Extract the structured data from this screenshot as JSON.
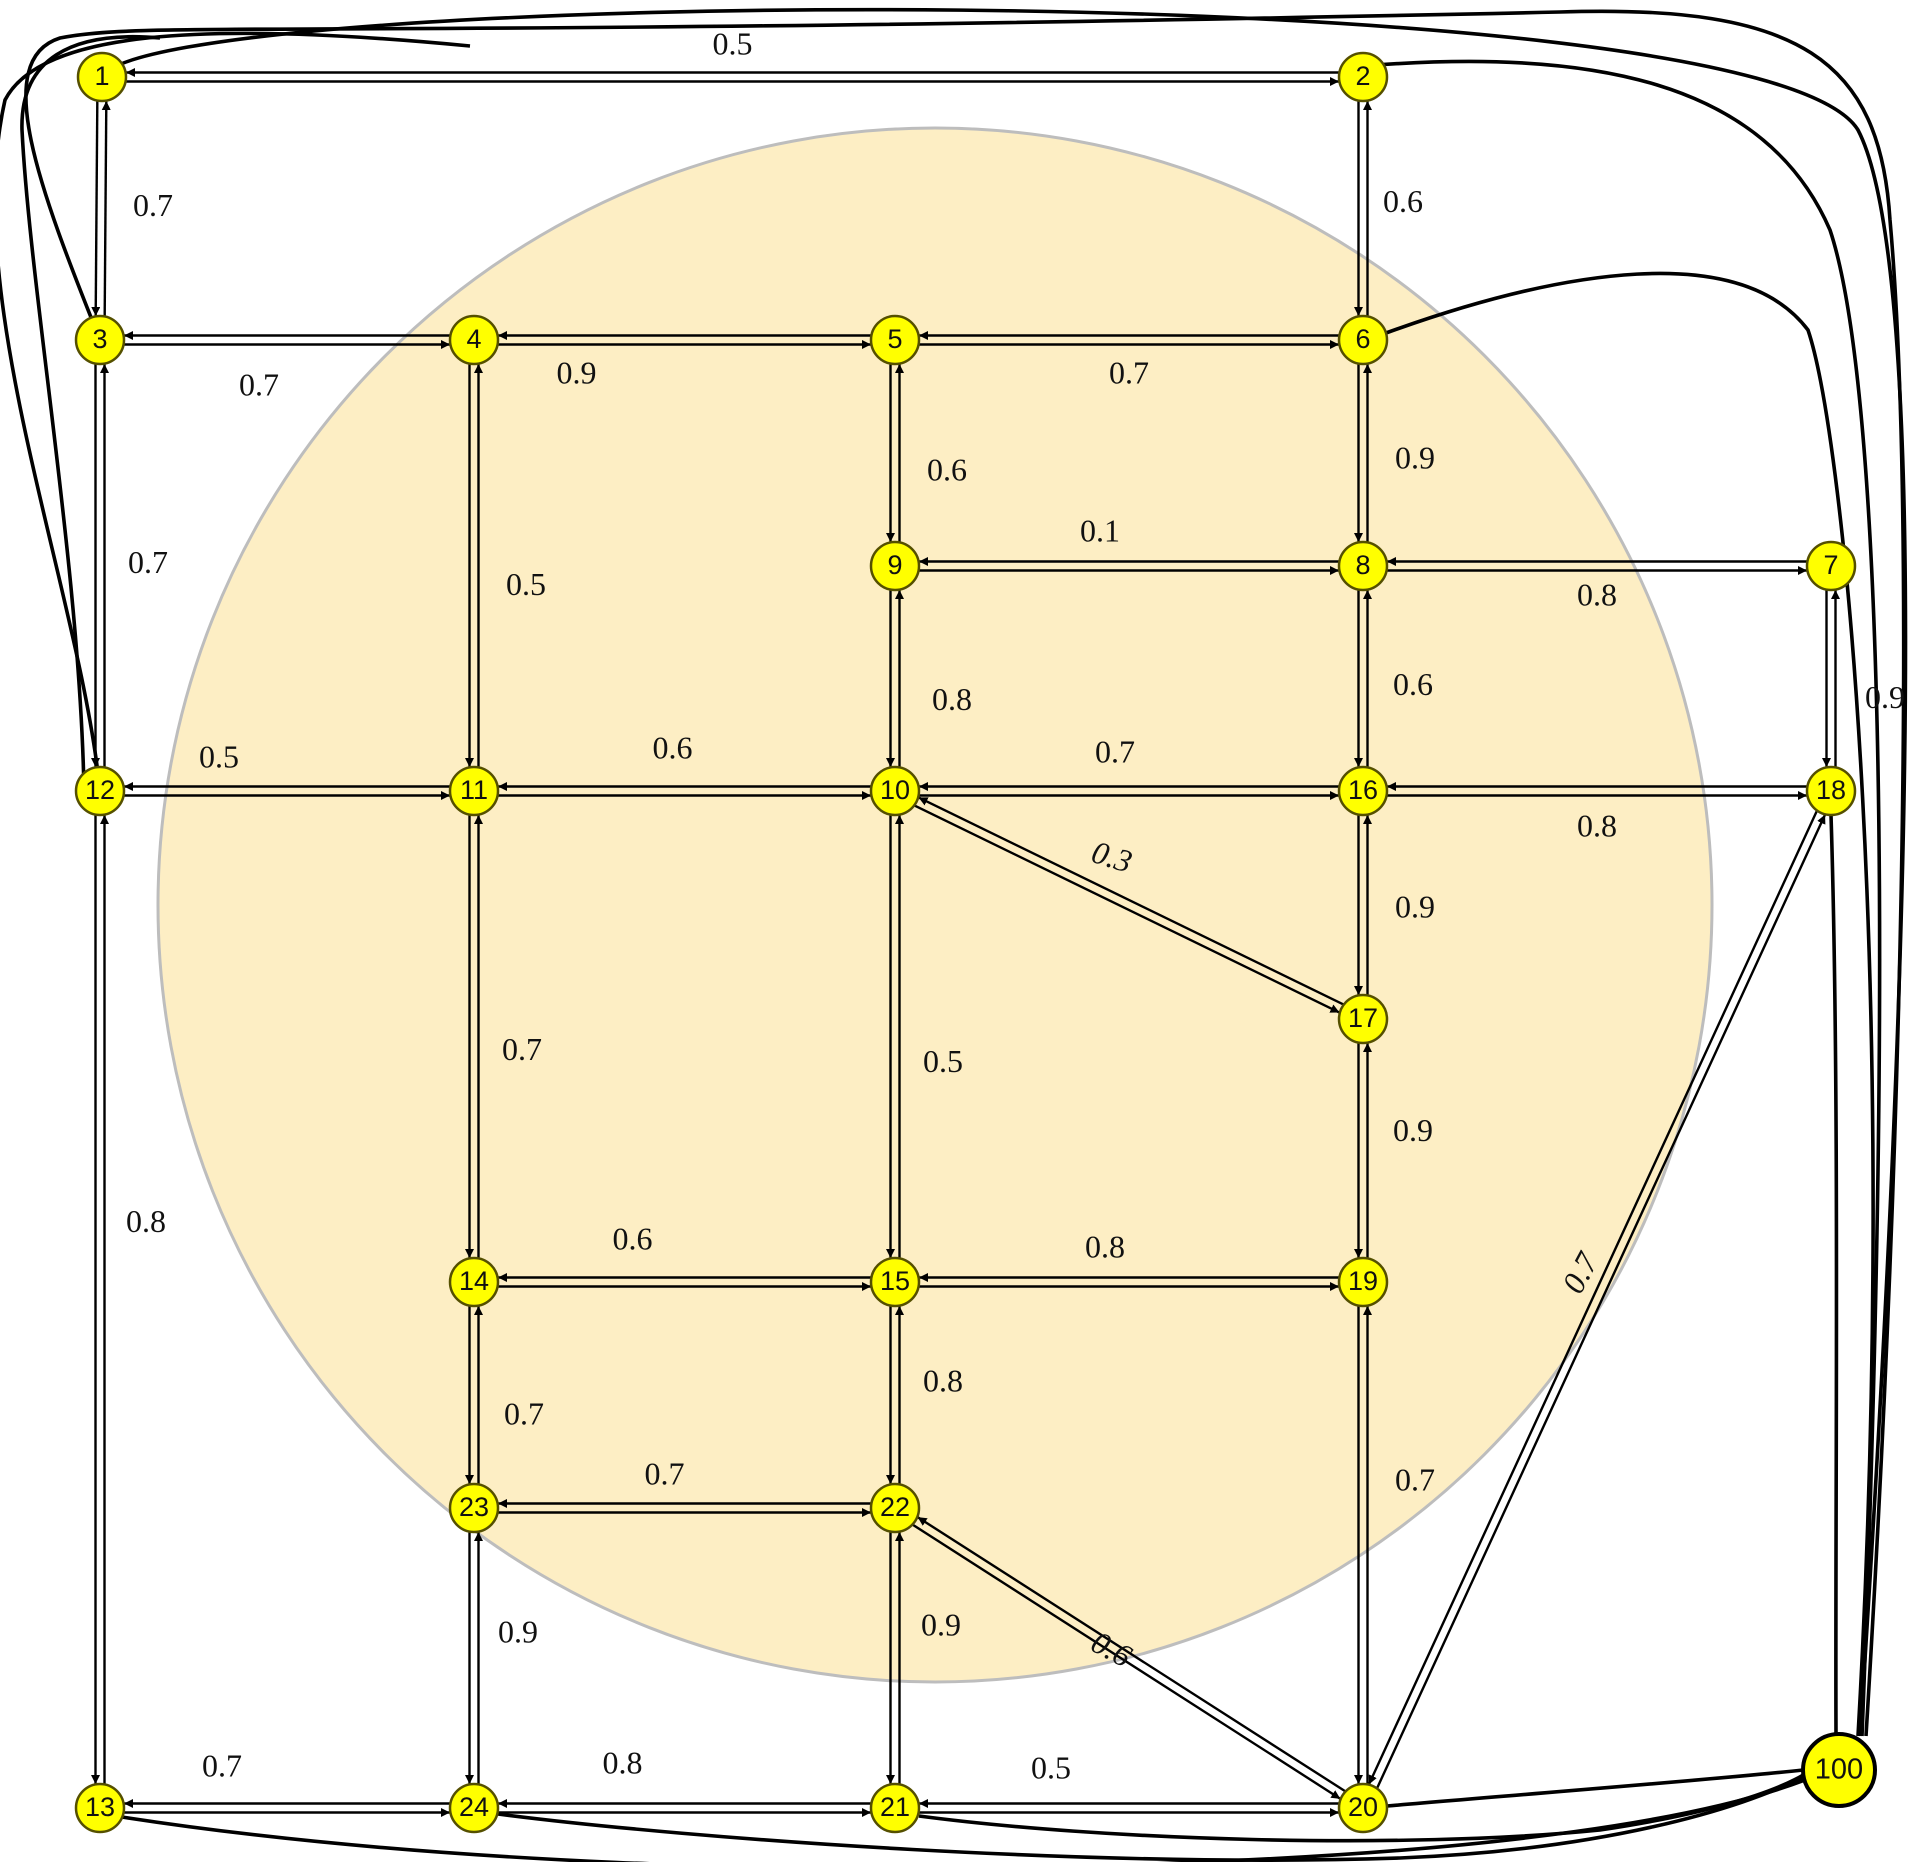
{
  "colors": {
    "node_fill": "#ffff00",
    "node_stroke": "#555000",
    "disc_fill": "#fdeec4",
    "disc_stroke": "#bdbdbd",
    "edge": "#000000"
  },
  "nodes": [
    {
      "id": "1",
      "label": "1"
    },
    {
      "id": "2",
      "label": "2"
    },
    {
      "id": "3",
      "label": "3"
    },
    {
      "id": "4",
      "label": "4"
    },
    {
      "id": "5",
      "label": "5"
    },
    {
      "id": "6",
      "label": "6"
    },
    {
      "id": "7",
      "label": "7"
    },
    {
      "id": "8",
      "label": "8"
    },
    {
      "id": "9",
      "label": "9"
    },
    {
      "id": "10",
      "label": "10"
    },
    {
      "id": "11",
      "label": "11"
    },
    {
      "id": "12",
      "label": "12"
    },
    {
      "id": "13",
      "label": "13"
    },
    {
      "id": "14",
      "label": "14"
    },
    {
      "id": "15",
      "label": "15"
    },
    {
      "id": "16",
      "label": "16"
    },
    {
      "id": "17",
      "label": "17"
    },
    {
      "id": "18",
      "label": "18"
    },
    {
      "id": "19",
      "label": "19"
    },
    {
      "id": "20",
      "label": "20"
    },
    {
      "id": "21",
      "label": "21"
    },
    {
      "id": "22",
      "label": "22"
    },
    {
      "id": "23",
      "label": "23"
    },
    {
      "id": "24",
      "label": "24"
    },
    {
      "id": "100",
      "label": "100"
    }
  ],
  "edges": [
    {
      "from": "1",
      "to": "2",
      "label": "0.5"
    },
    {
      "from": "1",
      "to": "3",
      "label": "0.7"
    },
    {
      "from": "2",
      "to": "6",
      "label": "0.6"
    },
    {
      "from": "3",
      "to": "4",
      "label": "0.7"
    },
    {
      "from": "3",
      "to": "12",
      "label": "0.7"
    },
    {
      "from": "4",
      "to": "5",
      "label": "0.9"
    },
    {
      "from": "4",
      "to": "11",
      "label": "0.5"
    },
    {
      "from": "5",
      "to": "6",
      "label": "0.7"
    },
    {
      "from": "5",
      "to": "9",
      "label": "0.6"
    },
    {
      "from": "6",
      "to": "8",
      "label": "0.9"
    },
    {
      "from": "9",
      "to": "8",
      "label": "0.1"
    },
    {
      "from": "8",
      "to": "7",
      "label": "0.8"
    },
    {
      "from": "9",
      "to": "10",
      "label": "0.8"
    },
    {
      "from": "8",
      "to": "16",
      "label": "0.6"
    },
    {
      "from": "7",
      "to": "18",
      "label": "0.9"
    },
    {
      "from": "12",
      "to": "11",
      "label": "0.5"
    },
    {
      "from": "11",
      "to": "10",
      "label": "0.6"
    },
    {
      "from": "10",
      "to": "16",
      "label": "0.7"
    },
    {
      "from": "16",
      "to": "18",
      "label": "0.8"
    },
    {
      "from": "10",
      "to": "17",
      "label": "0.3"
    },
    {
      "from": "16",
      "to": "17",
      "label": "0.9"
    },
    {
      "from": "11",
      "to": "14",
      "label": "0.7"
    },
    {
      "from": "10",
      "to": "15",
      "label": "0.5"
    },
    {
      "from": "17",
      "to": "19",
      "label": "0.9"
    },
    {
      "from": "12",
      "to": "13",
      "label": "0.8"
    },
    {
      "from": "14",
      "to": "15",
      "label": "0.6"
    },
    {
      "from": "15",
      "to": "19",
      "label": "0.8"
    },
    {
      "from": "18",
      "to": "20",
      "label": "0.7"
    },
    {
      "from": "14",
      "to": "23",
      "label": "0.7"
    },
    {
      "from": "15",
      "to": "22",
      "label": "0.8"
    },
    {
      "from": "19",
      "to": "20",
      "label": "0.7"
    },
    {
      "from": "23",
      "to": "22",
      "label": "0.7"
    },
    {
      "from": "22",
      "to": "20",
      "label": "0.6"
    },
    {
      "from": "23",
      "to": "24",
      "label": "0.9"
    },
    {
      "from": "22",
      "to": "21",
      "label": "0.9"
    },
    {
      "from": "13",
      "to": "24",
      "label": "0.7"
    },
    {
      "from": "24",
      "to": "21",
      "label": "0.8"
    },
    {
      "from": "21",
      "to": "20",
      "label": "0.5"
    }
  ]
}
